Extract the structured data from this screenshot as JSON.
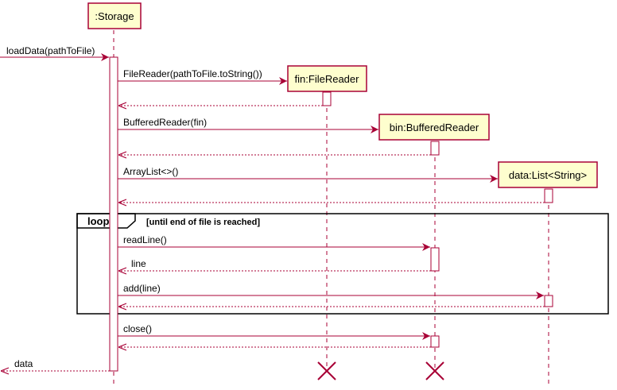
{
  "colors": {
    "line": "#A80036",
    "participant_fill": "#FEFECE",
    "participant_border": "#A80036",
    "lifeline": "#A80036",
    "activation_fill": "#FFFFFF",
    "frame_border": "#000000",
    "destroy": "#A80036",
    "text": "#000000"
  },
  "participants": [
    {
      "id": "storage",
      "label": ":Storage"
    },
    {
      "id": "fin",
      "label": "fin:FileReader"
    },
    {
      "id": "bin",
      "label": "bin:BufferedReader"
    },
    {
      "id": "data",
      "label": "data:List<String>"
    }
  ],
  "messages": [
    {
      "id": "loaddata",
      "label": "loadData(pathToFile)",
      "type": "sync"
    },
    {
      "id": "create-fin",
      "label": "FileReader(pathToFile.toString())",
      "type": "create"
    },
    {
      "id": "return-fin",
      "label": "",
      "type": "return"
    },
    {
      "id": "create-bin",
      "label": "BufferedReader(fin)",
      "type": "create"
    },
    {
      "id": "return-bin",
      "label": "",
      "type": "return"
    },
    {
      "id": "create-data",
      "label": "ArrayList<>()",
      "type": "create"
    },
    {
      "id": "return-data",
      "label": "",
      "type": "return"
    },
    {
      "id": "readline",
      "label": "readLine()",
      "type": "sync"
    },
    {
      "id": "return-line",
      "label": "line",
      "type": "return"
    },
    {
      "id": "add",
      "label": "add(line)",
      "type": "sync"
    },
    {
      "id": "return-add",
      "label": "",
      "type": "return"
    },
    {
      "id": "close",
      "label": "close()",
      "type": "sync"
    },
    {
      "id": "return-close",
      "label": "",
      "type": "return"
    },
    {
      "id": "return-data-out",
      "label": "data",
      "type": "return"
    }
  ],
  "loop_frame": {
    "keyword": "loop",
    "guard": "[until end of file is reached]"
  },
  "destroyed": [
    "fin",
    "bin"
  ]
}
